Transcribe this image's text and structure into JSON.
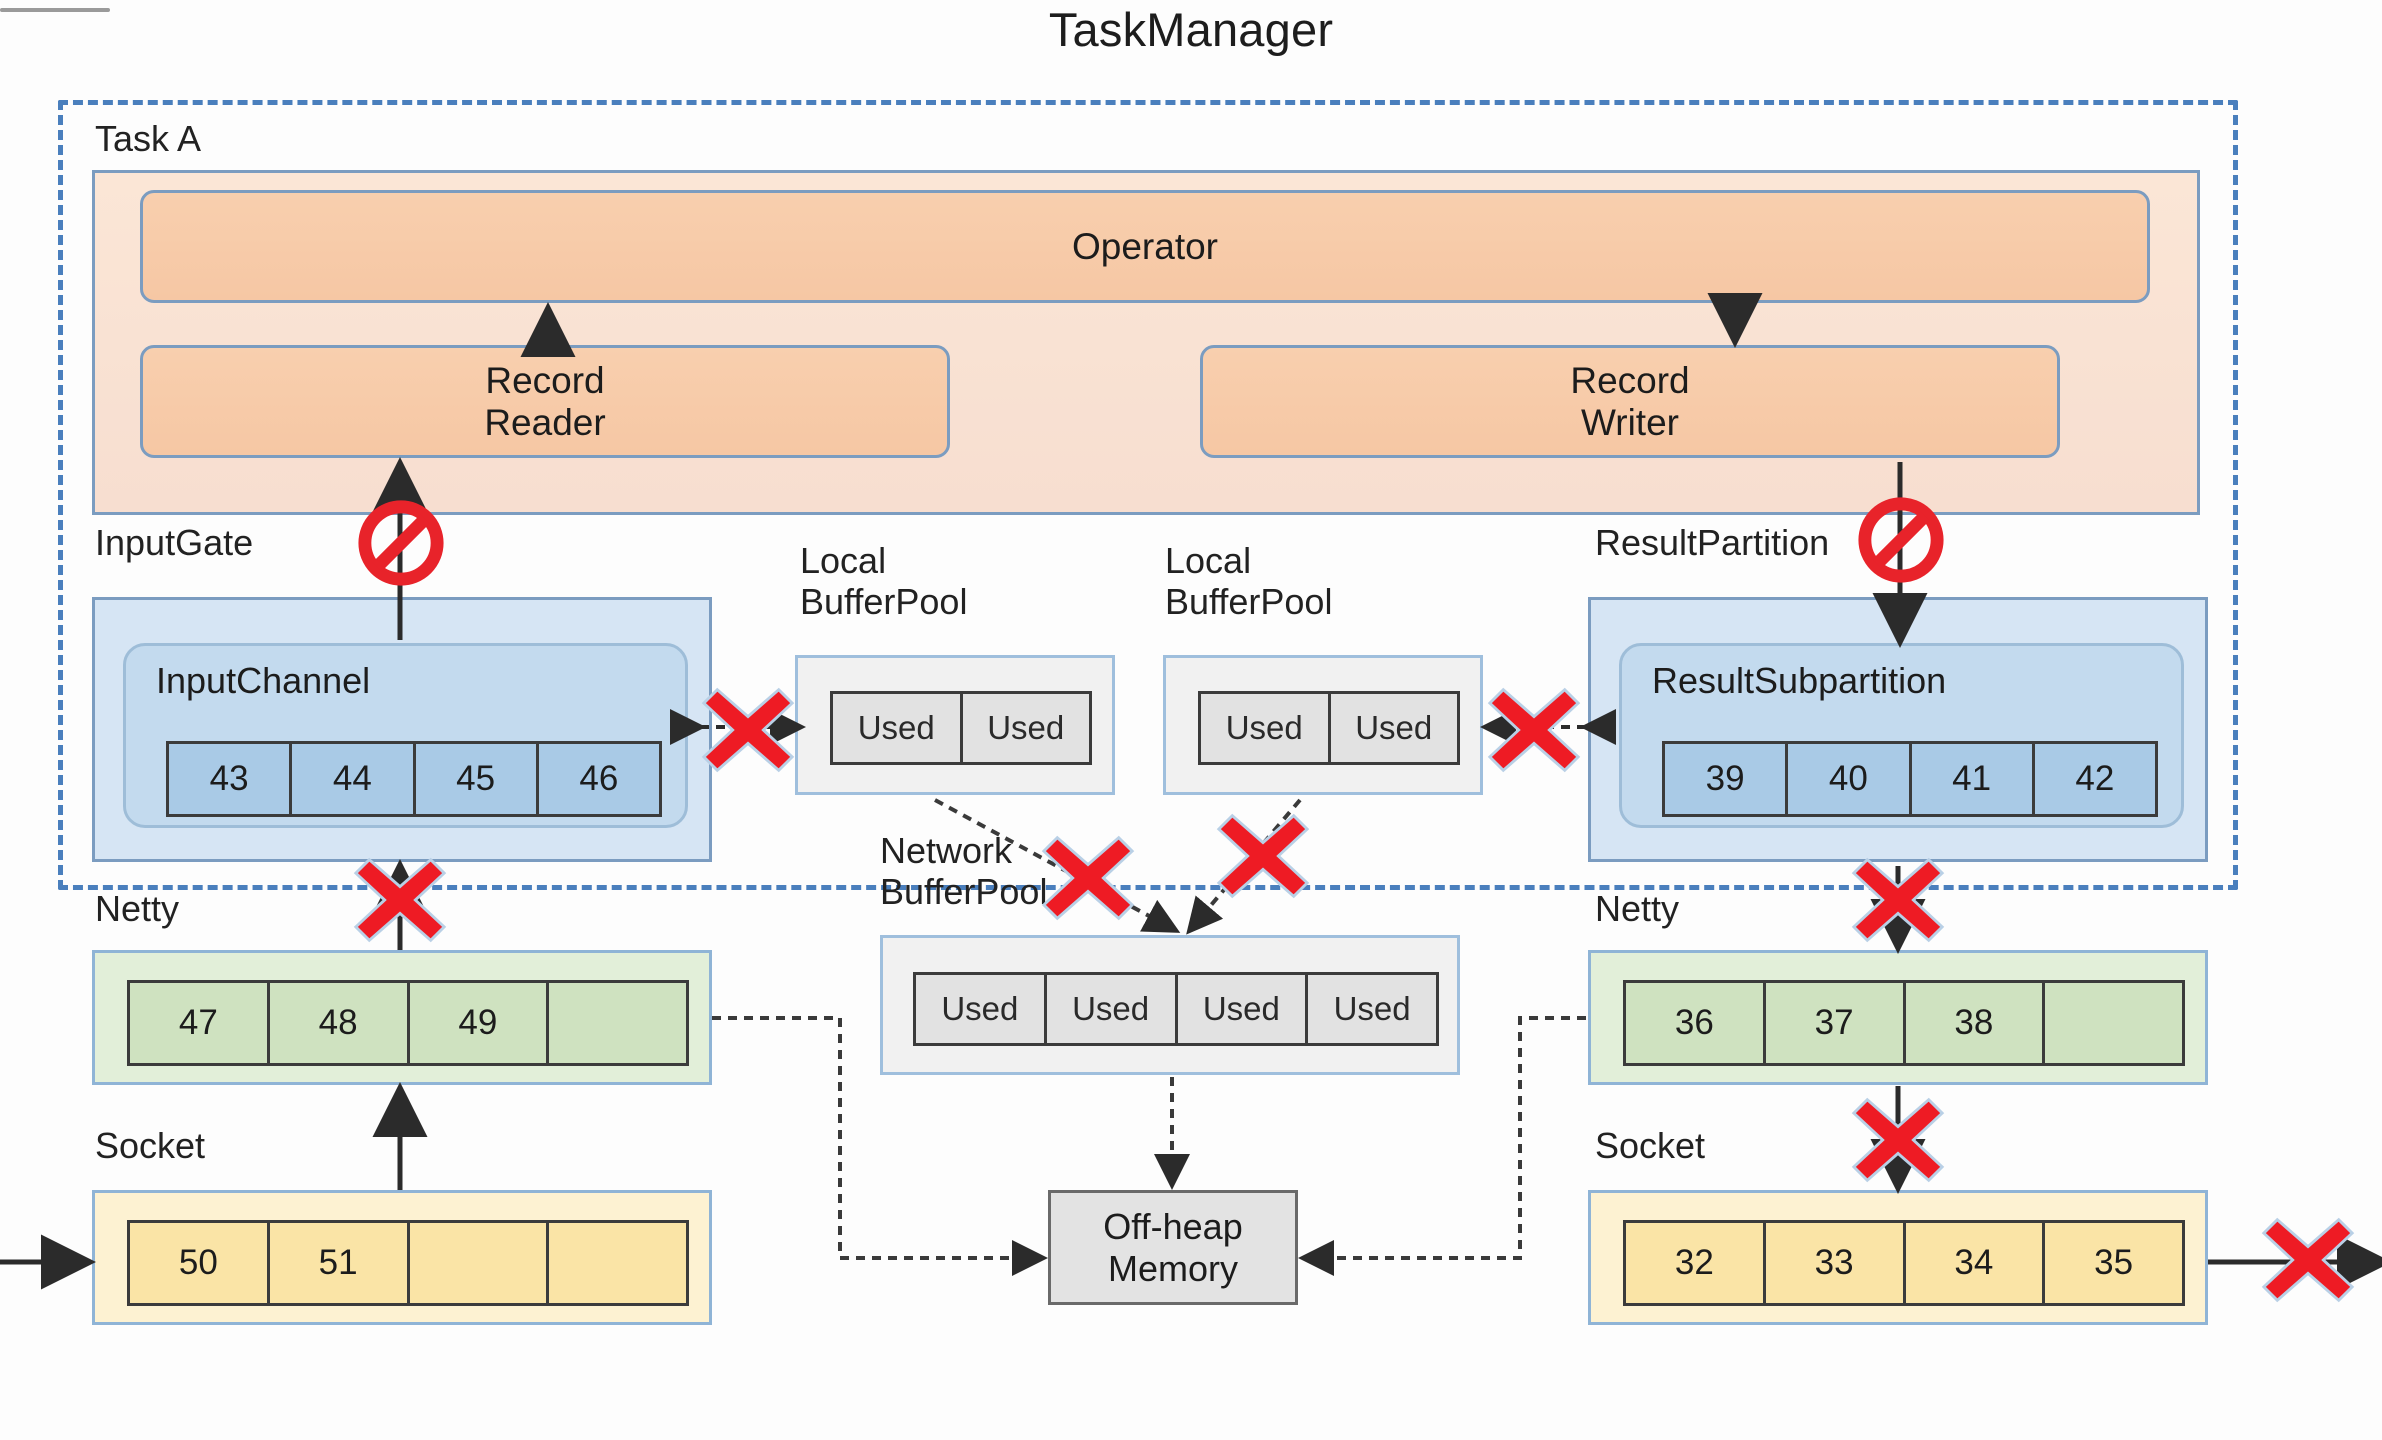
{
  "title": "TaskManager",
  "task": {
    "label": "Task A"
  },
  "operator": {
    "label": "Operator"
  },
  "record_reader": {
    "label": "Record\nReader",
    "line1": "Record",
    "line2": "Reader"
  },
  "record_writer": {
    "label": "Record\nWriter",
    "line1": "Record",
    "line2": "Writer"
  },
  "input_gate": {
    "label": "InputGate",
    "channel_label": "InputChannel",
    "buffers": [
      "43",
      "44",
      "45",
      "46"
    ]
  },
  "result_partition": {
    "label": "ResultPartition",
    "subpartition_label": "ResultSubpartition",
    "buffers": [
      "39",
      "40",
      "41",
      "42"
    ]
  },
  "local_buffer_pool_left": {
    "label_line1": "Local",
    "label_line2": "BufferPool",
    "buffers": [
      "Used",
      "Used"
    ]
  },
  "local_buffer_pool_right": {
    "label_line1": "Local",
    "label_line2": "BufferPool",
    "buffers": [
      "Used",
      "Used"
    ]
  },
  "network_buffer_pool": {
    "label_line1": "Network",
    "label_line2": "BufferPool",
    "buffers": [
      "Used",
      "Used",
      "Used",
      "Used"
    ]
  },
  "netty_left": {
    "label": "Netty",
    "buffers": [
      "47",
      "48",
      "49",
      ""
    ]
  },
  "netty_right": {
    "label": "Netty",
    "buffers": [
      "36",
      "37",
      "38",
      ""
    ]
  },
  "socket_left": {
    "label": "Socket",
    "buffers": [
      "50",
      "51",
      "",
      ""
    ]
  },
  "socket_right": {
    "label": "Socket",
    "buffers": [
      "32",
      "33",
      "34",
      "35"
    ]
  },
  "off_heap_memory": {
    "line1": "Off-heap",
    "line2": "Memory"
  },
  "markers": {
    "blocked_x_count": 9,
    "no_entry_count": 2,
    "blocked_color": "#ee1b24",
    "no_entry_color": "#e8232a"
  },
  "colors": {
    "dashed_container_border": "#4a7fbd",
    "orange_fill": "#f8cfae",
    "orange_pale_fill": "#fbe6d6",
    "blue_outer_fill": "#d6e5f4",
    "blue_inner_fill": "#c3daee",
    "blue_cell_fill": "#a9cae6",
    "green_fill": "#e2efd9",
    "green_cell_fill": "#cfe2c0",
    "yellow_fill": "#fdf2d2",
    "yellow_cell_fill": "#fae4a6",
    "grey_pool_fill": "#f1f1f1",
    "grey_cell_fill": "#e2e2e2",
    "box_border": "#7b9cc0",
    "line_color": "#2b2b2b"
  }
}
